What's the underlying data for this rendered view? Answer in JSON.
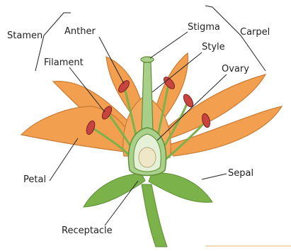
{
  "labels": {
    "stamen": "Stamen",
    "anther": "Anther",
    "filament": "Filament",
    "stigma": "Stigma",
    "carpel": "Carpel",
    "style": "Style",
    "ovary": "Ovary",
    "petal": "Petal",
    "sepal": "Sepal",
    "receptacle": "Receptacle"
  },
  "colors": {
    "petal": "#f2a04f",
    "petal_edge": "#c97a33",
    "stamen_green": "#7cb24a",
    "anther_red": "#c8453f",
    "ovary_green": "#a9d08a",
    "ovule": "#efe8c8",
    "leader_line": "#222222"
  }
}
